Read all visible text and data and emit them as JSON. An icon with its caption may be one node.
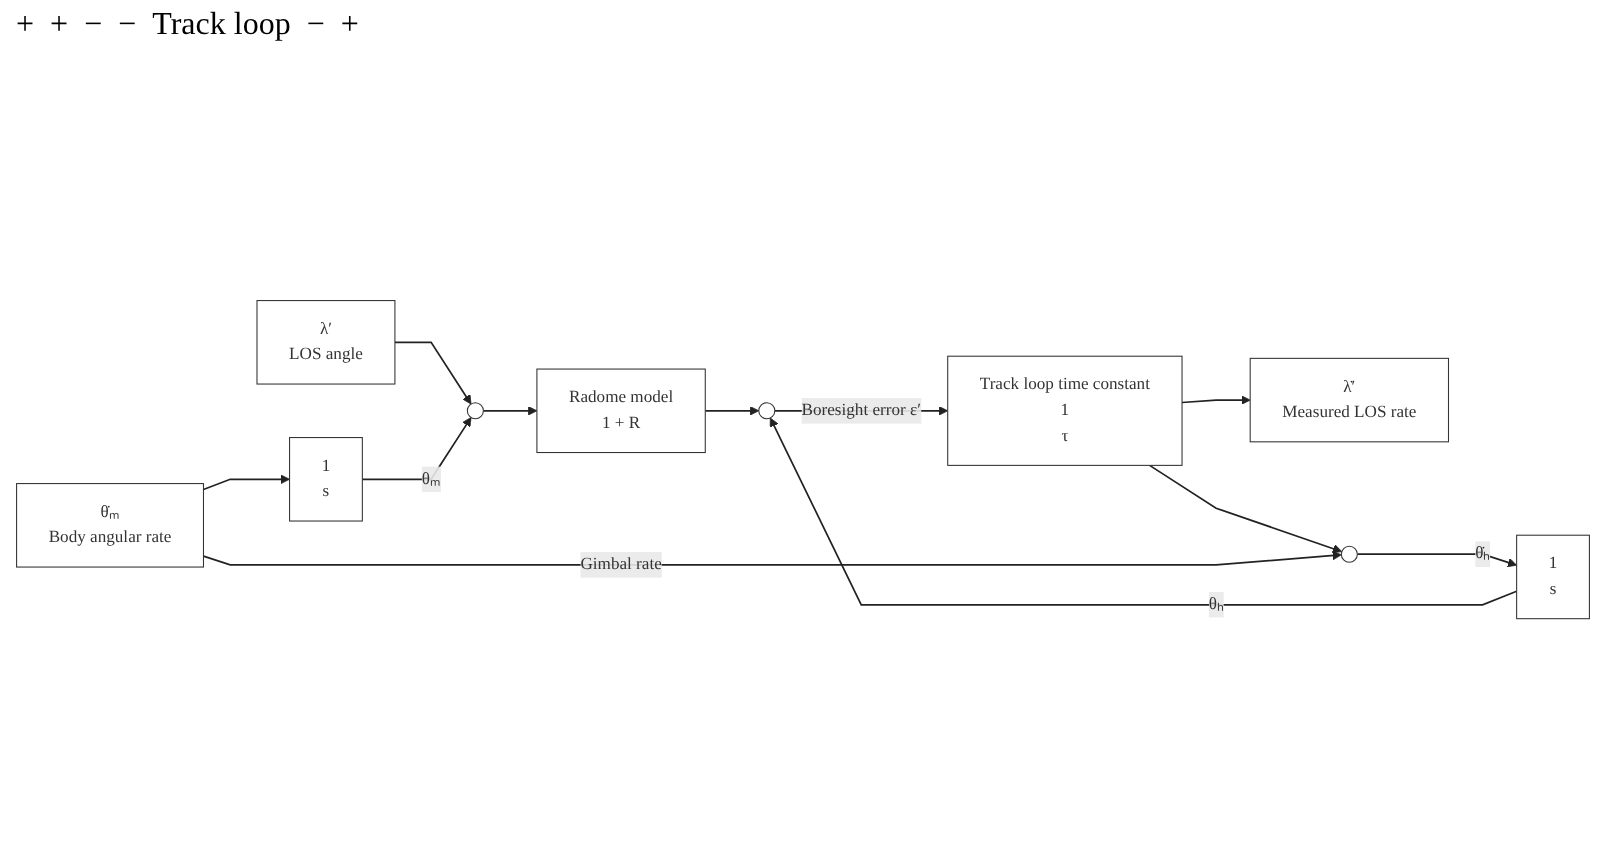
{
  "diagram": {
    "nodes": [
      {
        "text": [
          "λ′",
          "LOS angle"
        ]
      },
      {
        "text": [],
        "shape": "circle"
      },
      {
        "text": [
          "Radome model",
          "1 + R"
        ]
      },
      {
        "text": [],
        "shape": "circle"
      },
      {
        "text": [
          "Track loop time constant",
          "1",
          "τ"
        ]
      },
      {
        "text": [
          "λ̇′",
          "Measured LOS rate"
        ]
      },
      {
        "text": [
          "1",
          "s"
        ]
      },
      {
        "text": [
          "1",
          "s"
        ]
      },
      {
        "text": [],
        "shape": "circle"
      },
      {
        "text": [
          "θ̇ₘ",
          "Body angular rate"
        ]
      }
    ],
    "edges": [
      {
        "from": 0,
        "to": 1,
        "arrow": "to"
      },
      {
        "from": 1,
        "to": 2,
        "arrow": "to"
      },
      {
        "from": 2,
        "to": 3,
        "arrow": "to"
      },
      {
        "from": 3,
        "to": 4,
        "arrow": "to",
        "label": "Boresight error ε′"
      },
      {
        "from": 4,
        "to": 5,
        "arrow": "to"
      },
      {
        "from": 4,
        "to": 8,
        "arrow": "to"
      },
      {
        "from": 6,
        "to": 1,
        "arrow": "to",
        "label": "θₘ"
      },
      {
        "from": 7,
        "to": 3,
        "arrow": "to",
        "label": "θₕ"
      },
      {
        "from": 8,
        "to": 7,
        "arrow": "to",
        "label": "θ̇ₕ"
      },
      {
        "from": 9,
        "to": 6,
        "arrow": "to"
      },
      {
        "from": 9,
        "to": 8,
        "arrow": "to",
        "label": "Gimbal rate"
      }
    ],
    "labels": [
      "+",
      "+",
      "−",
      "−",
      "Track loop",
      "−",
      "+"
    ]
  }
}
